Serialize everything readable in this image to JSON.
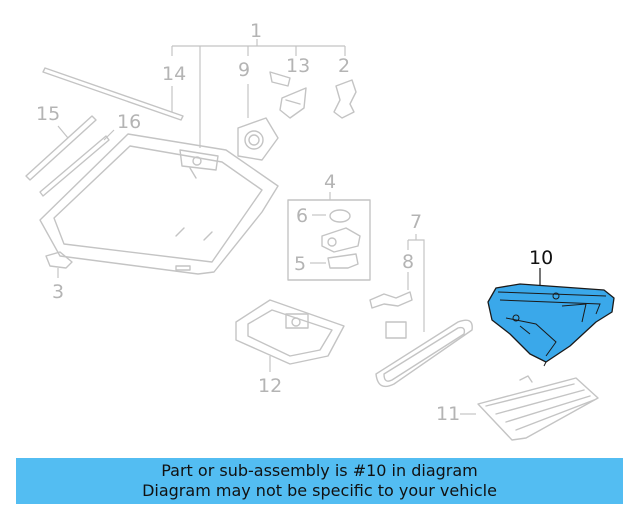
{
  "callouts": {
    "c1": "1",
    "c2": "2",
    "c3": "3",
    "c4": "4",
    "c5": "5",
    "c6": "6",
    "c7": "7",
    "c8": "8",
    "c9": "9",
    "c10": "10",
    "c11": "11",
    "c12": "12",
    "c13": "13",
    "c14": "14",
    "c15": "15",
    "c16": "16"
  },
  "highlighted_part": "10",
  "colors": {
    "highlight": "#3aa8ea",
    "banner": "#53bdf2",
    "callout": "#b4b4b4"
  },
  "banner": {
    "line1": "Part or sub-assembly is #10 in diagram",
    "line2": "Diagram may not be specific to your vehicle"
  }
}
